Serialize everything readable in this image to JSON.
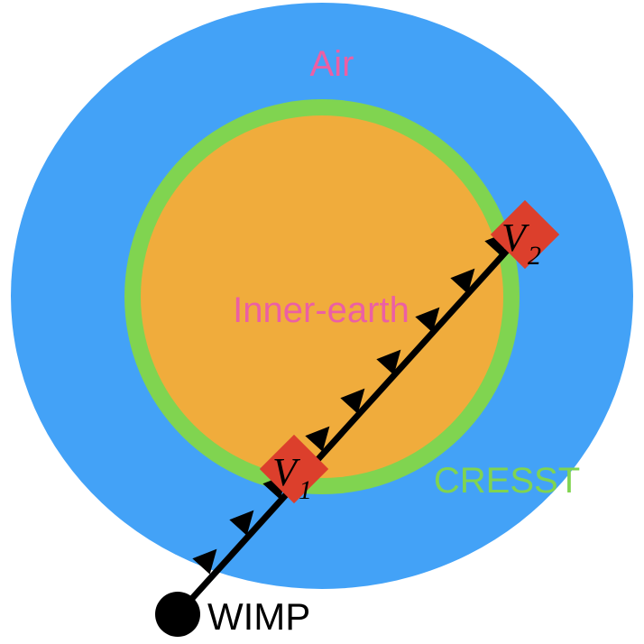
{
  "labels": {
    "air": "Air",
    "inner_earth": "Inner-earth",
    "cresst": "CRESST",
    "wimp": "WIMP",
    "v1_main": "V",
    "v1_sub": "1",
    "v2_main": "V",
    "v2_sub": "2"
  },
  "colors": {
    "air": "#43a2f7",
    "cresst": "#80d450",
    "inner_earth": "#f0ac3c",
    "label_pink": "#ec5fa4",
    "label_green": "#80d450",
    "vertex": "#dc3f2c",
    "path": "#000000"
  },
  "icons": {
    "vertex_marker": "diamond",
    "wimp_marker": "filled-circle",
    "path_arrow": "triangle-arrowhead"
  }
}
